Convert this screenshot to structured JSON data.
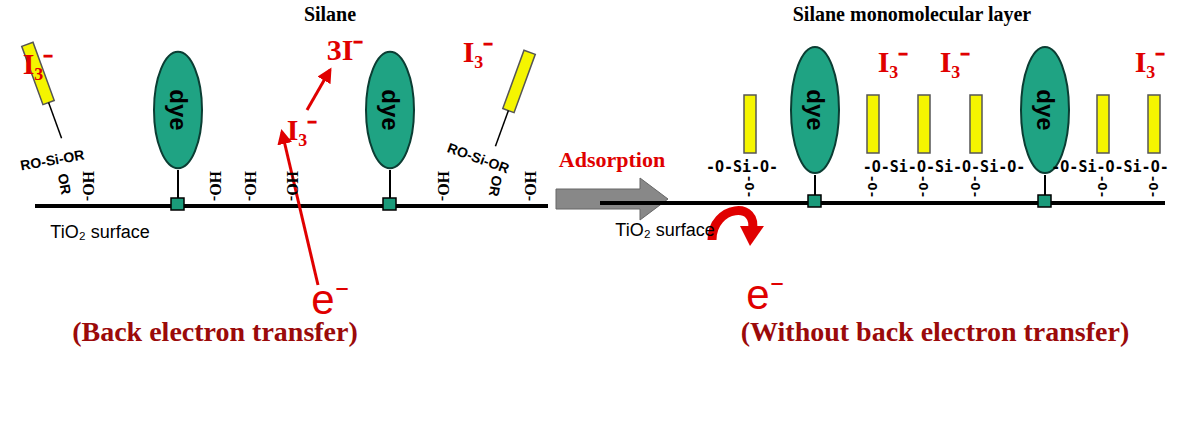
{
  "diagram": {
    "nodes": [
      {
        "text": [
          "dye"
        ]
      },
      {
        "text": [
          "dye"
        ]
      },
      {
        "text": [
          "dye"
        ]
      },
      {
        "text": [
          "dye"
        ]
      }
    ],
    "labels": [
      "Silane",
      "I₃⁻",
      "3I⁻",
      "I₃⁻",
      "I₃⁻",
      "RO-Si-OR",
      "OR",
      "RO-Si-OR",
      "OR",
      "HO-",
      "HO-",
      "HO-",
      "HO-",
      "HO-",
      "HO-",
      "TiO₂ surface",
      "e⁻",
      "(Back electron transfer)",
      "Adsorption",
      "Silane monomolecular layer",
      "I₃⁻",
      "I₃⁻",
      "I₃⁻",
      "-O-Si-O-",
      "-O-Si-O-Si-O-Si-O-",
      "-O-Si-O-Si-O-",
      "-O-",
      "-O-",
      "-O-",
      "-O-",
      "-O-",
      "-O-",
      "TiO₂ surface",
      "e⁻",
      "(Without back electron transfer)"
    ]
  }
}
